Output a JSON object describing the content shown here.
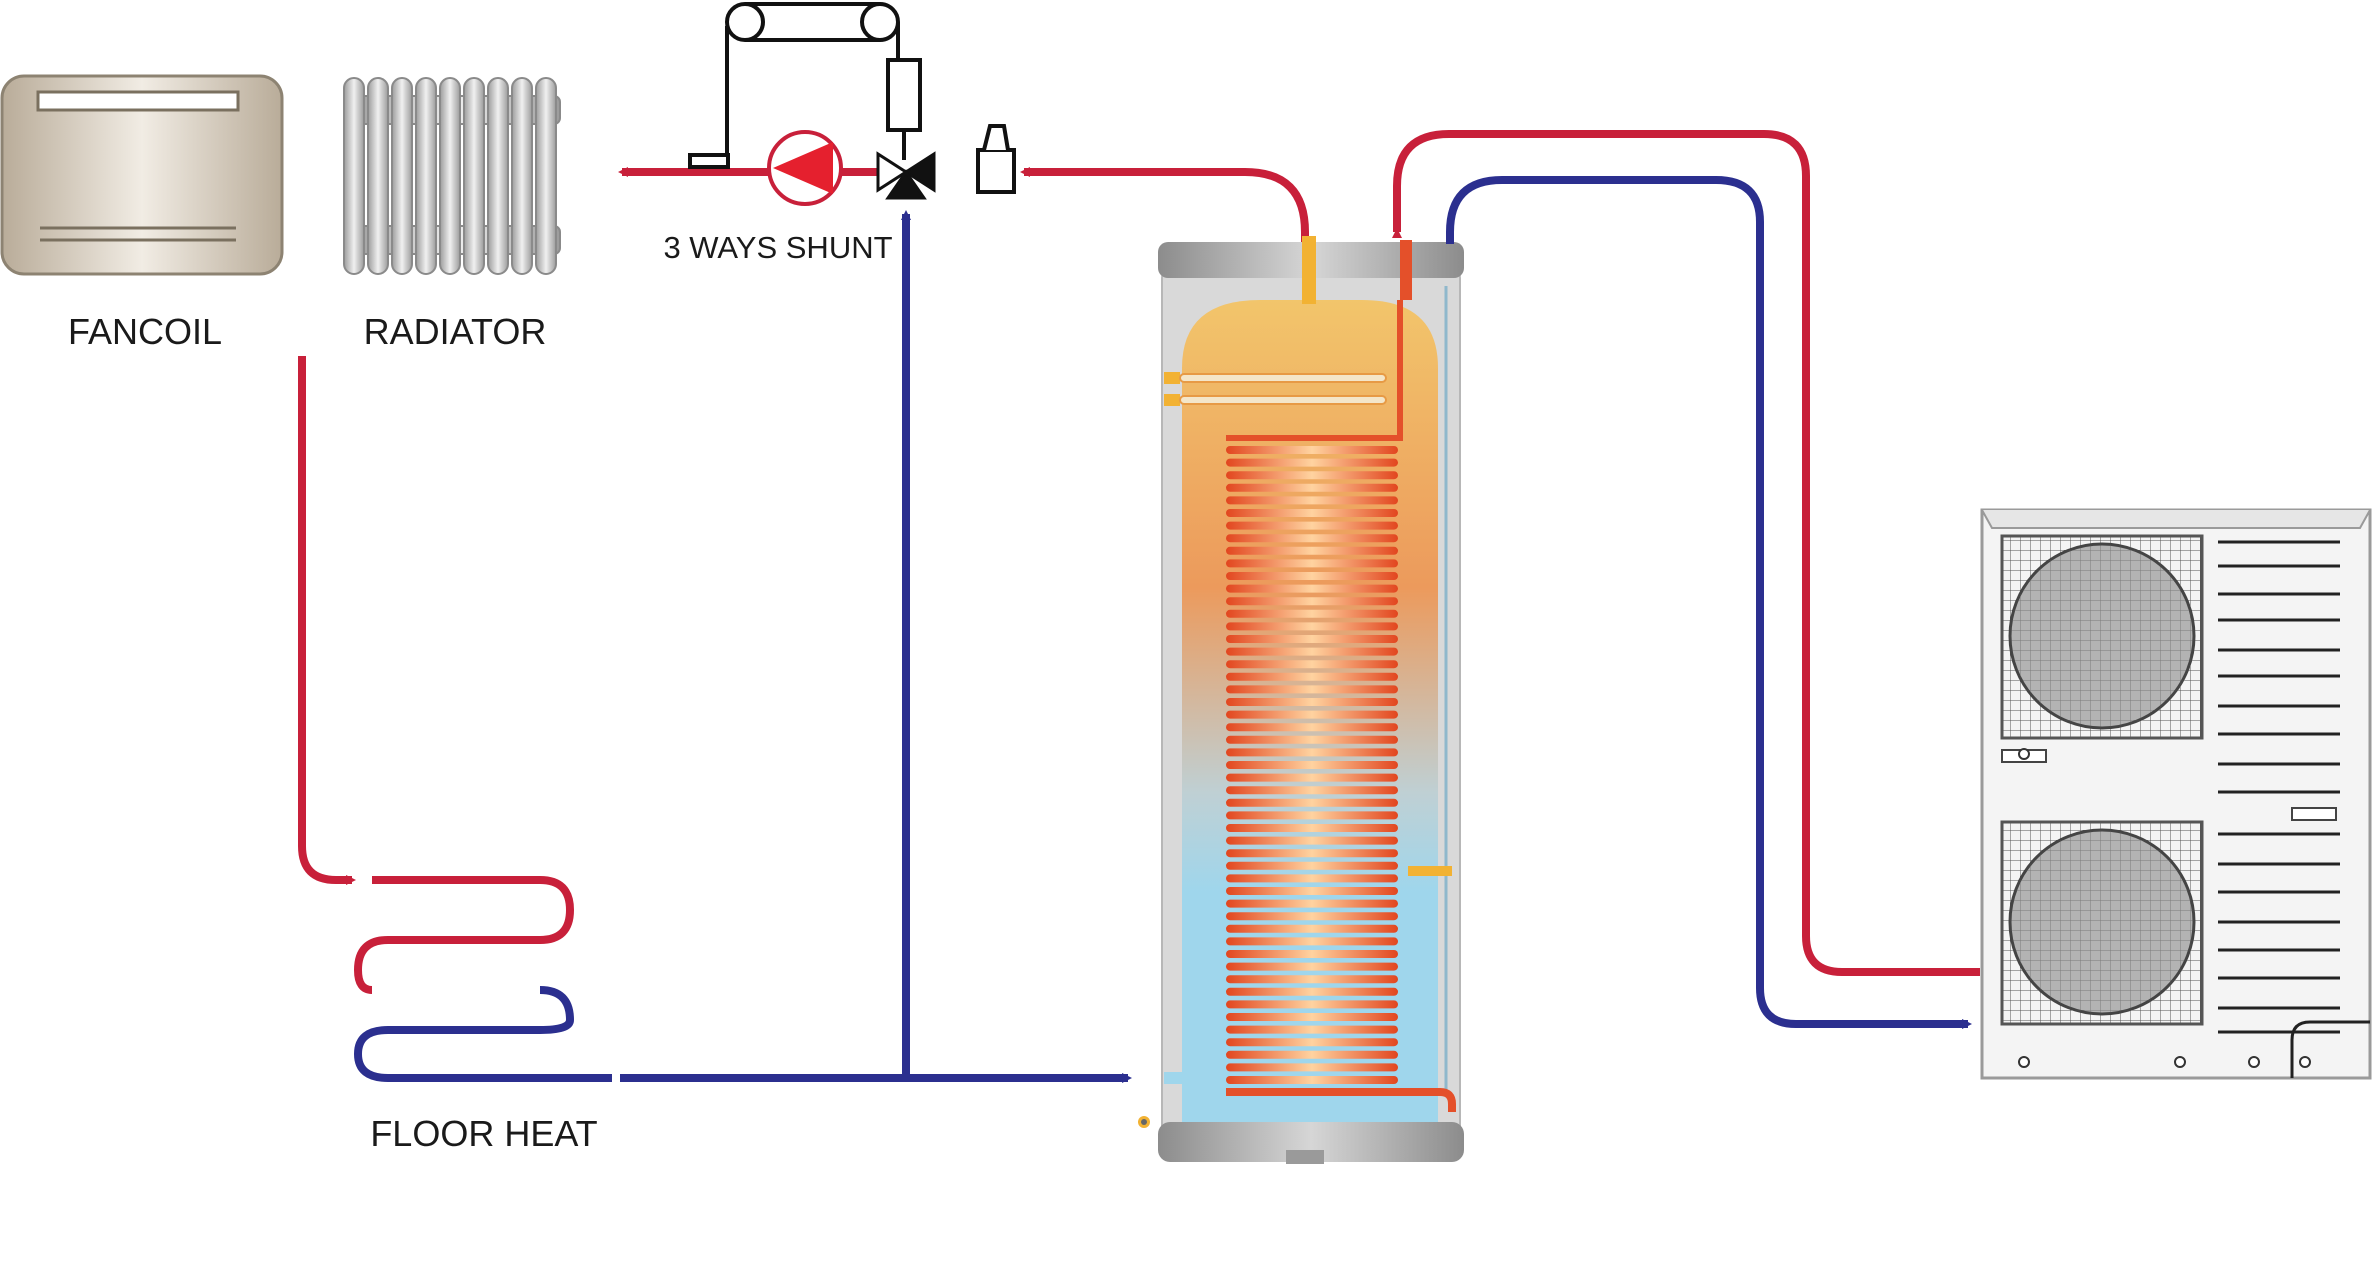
{
  "labels": {
    "fancoil": "FANCOIL",
    "radiator": "RADIATOR",
    "shunt": "3 WAYS SHUNT",
    "floor_heat": "FLOOR HEAT"
  },
  "colors": {
    "hot_pipe": "#c8203a",
    "cold_pipe": "#2b2f8f",
    "tank_shell": "#d9d9d9",
    "tank_cap": "#a9a9a9",
    "warm_water": "#f1c26a",
    "cold_water": "#9fd6ec",
    "coil": "#e4502a",
    "fancoil_body": "#dcd3c5"
  },
  "icons": [
    "fancoil-unit-icon",
    "radiator-icon",
    "circulation-pump-icon",
    "three-way-valve-icon",
    "valve-actuator-icon",
    "filter-icon",
    "hot-water-tank-icon",
    "heat-pump-outdoor-unit-icon",
    "fan-icon"
  ]
}
